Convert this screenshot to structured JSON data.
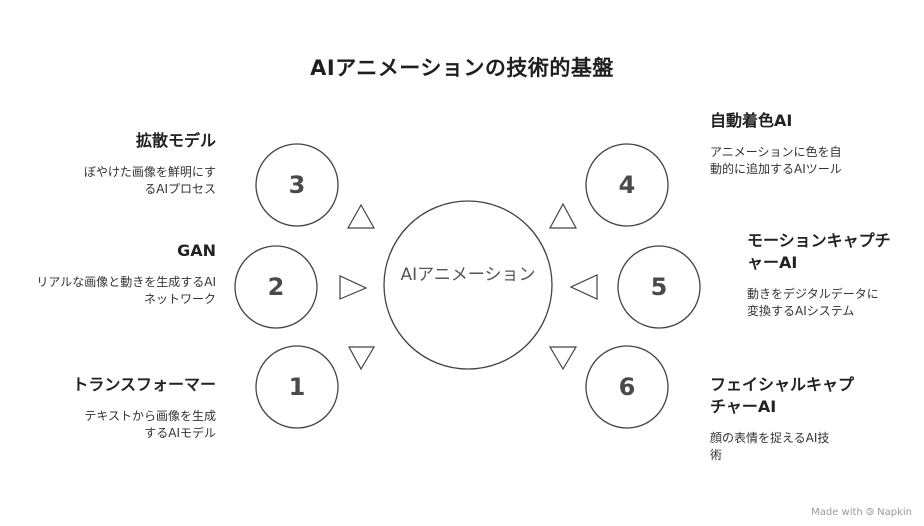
{
  "title": "AIアニメーションの技術的基盤",
  "center": {
    "label": "AIアニメーション"
  },
  "nodes": [
    {
      "num": "1",
      "title": "トランスフォーマー",
      "desc": "テキストから画像を生成するAIモデル"
    },
    {
      "num": "2",
      "title": "GAN",
      "desc": "リアルな画像と動きを生成するAIネットワーク"
    },
    {
      "num": "3",
      "title": "拡散モデル",
      "desc": "ぼやけた画像を鮮明にするAIプロセス"
    },
    {
      "num": "4",
      "title": "自動着色AI",
      "desc": "アニメーションに色を自動的に追加するAIツール"
    },
    {
      "num": "5",
      "title": "モーションキャプチャーAI",
      "desc": "動きをデジタルデータに変換するAIシステム"
    },
    {
      "num": "6",
      "title": "フェイシャルキャプチャーAI",
      "desc": "顔の表情を捉えるAI技術"
    }
  ],
  "footer": {
    "label": "Made with ⧁ Napkin"
  },
  "colors": {
    "stroke": "#444444",
    "number": "#4a4a4a",
    "background": "#ffffff"
  }
}
